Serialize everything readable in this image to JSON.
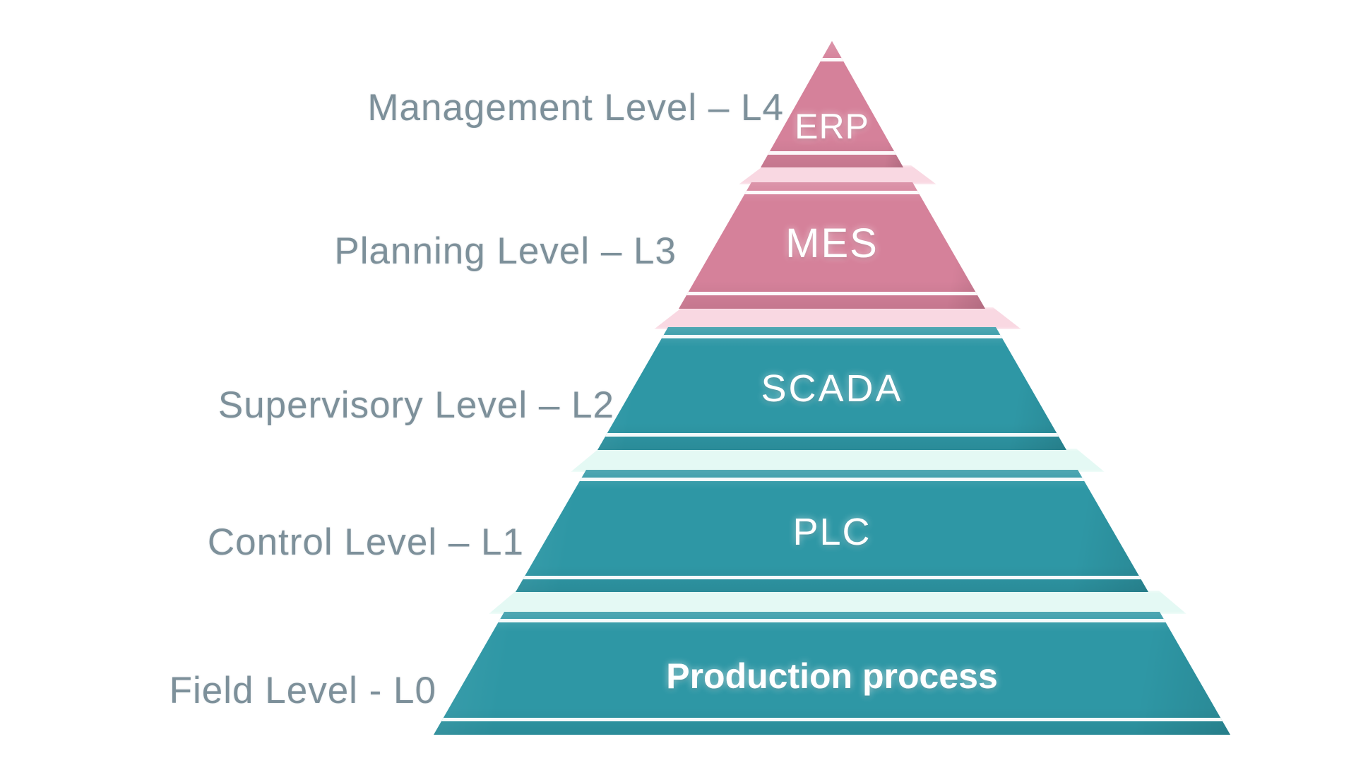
{
  "diagram": {
    "kind": "automation-pyramid",
    "levels": [
      {
        "side_label": "Management Level – L4",
        "band_label": "ERP",
        "band_color_key": "pink"
      },
      {
        "side_label": "Planning Level – L3",
        "band_label": "MES",
        "band_color_key": "pink"
      },
      {
        "side_label": "Supervisory Level – L2",
        "band_label": "SCADA",
        "band_color_key": "teal"
      },
      {
        "side_label": "Control Level – L1",
        "band_label": "PLC",
        "band_color_key": "teal"
      },
      {
        "side_label": "Field Level - L0",
        "band_label": "Production process",
        "band_color_key": "teal"
      }
    ],
    "palette": {
      "pink_band": "#d5819a",
      "teal_band": "#2e97a5",
      "pink_gap": "#f9d8e2",
      "mint_gap": "#e4f9f4",
      "separator_line": "#ffffff",
      "side_label_text": "#7d909a",
      "band_label_text": "#ffffff",
      "background": "#ffffff"
    }
  }
}
